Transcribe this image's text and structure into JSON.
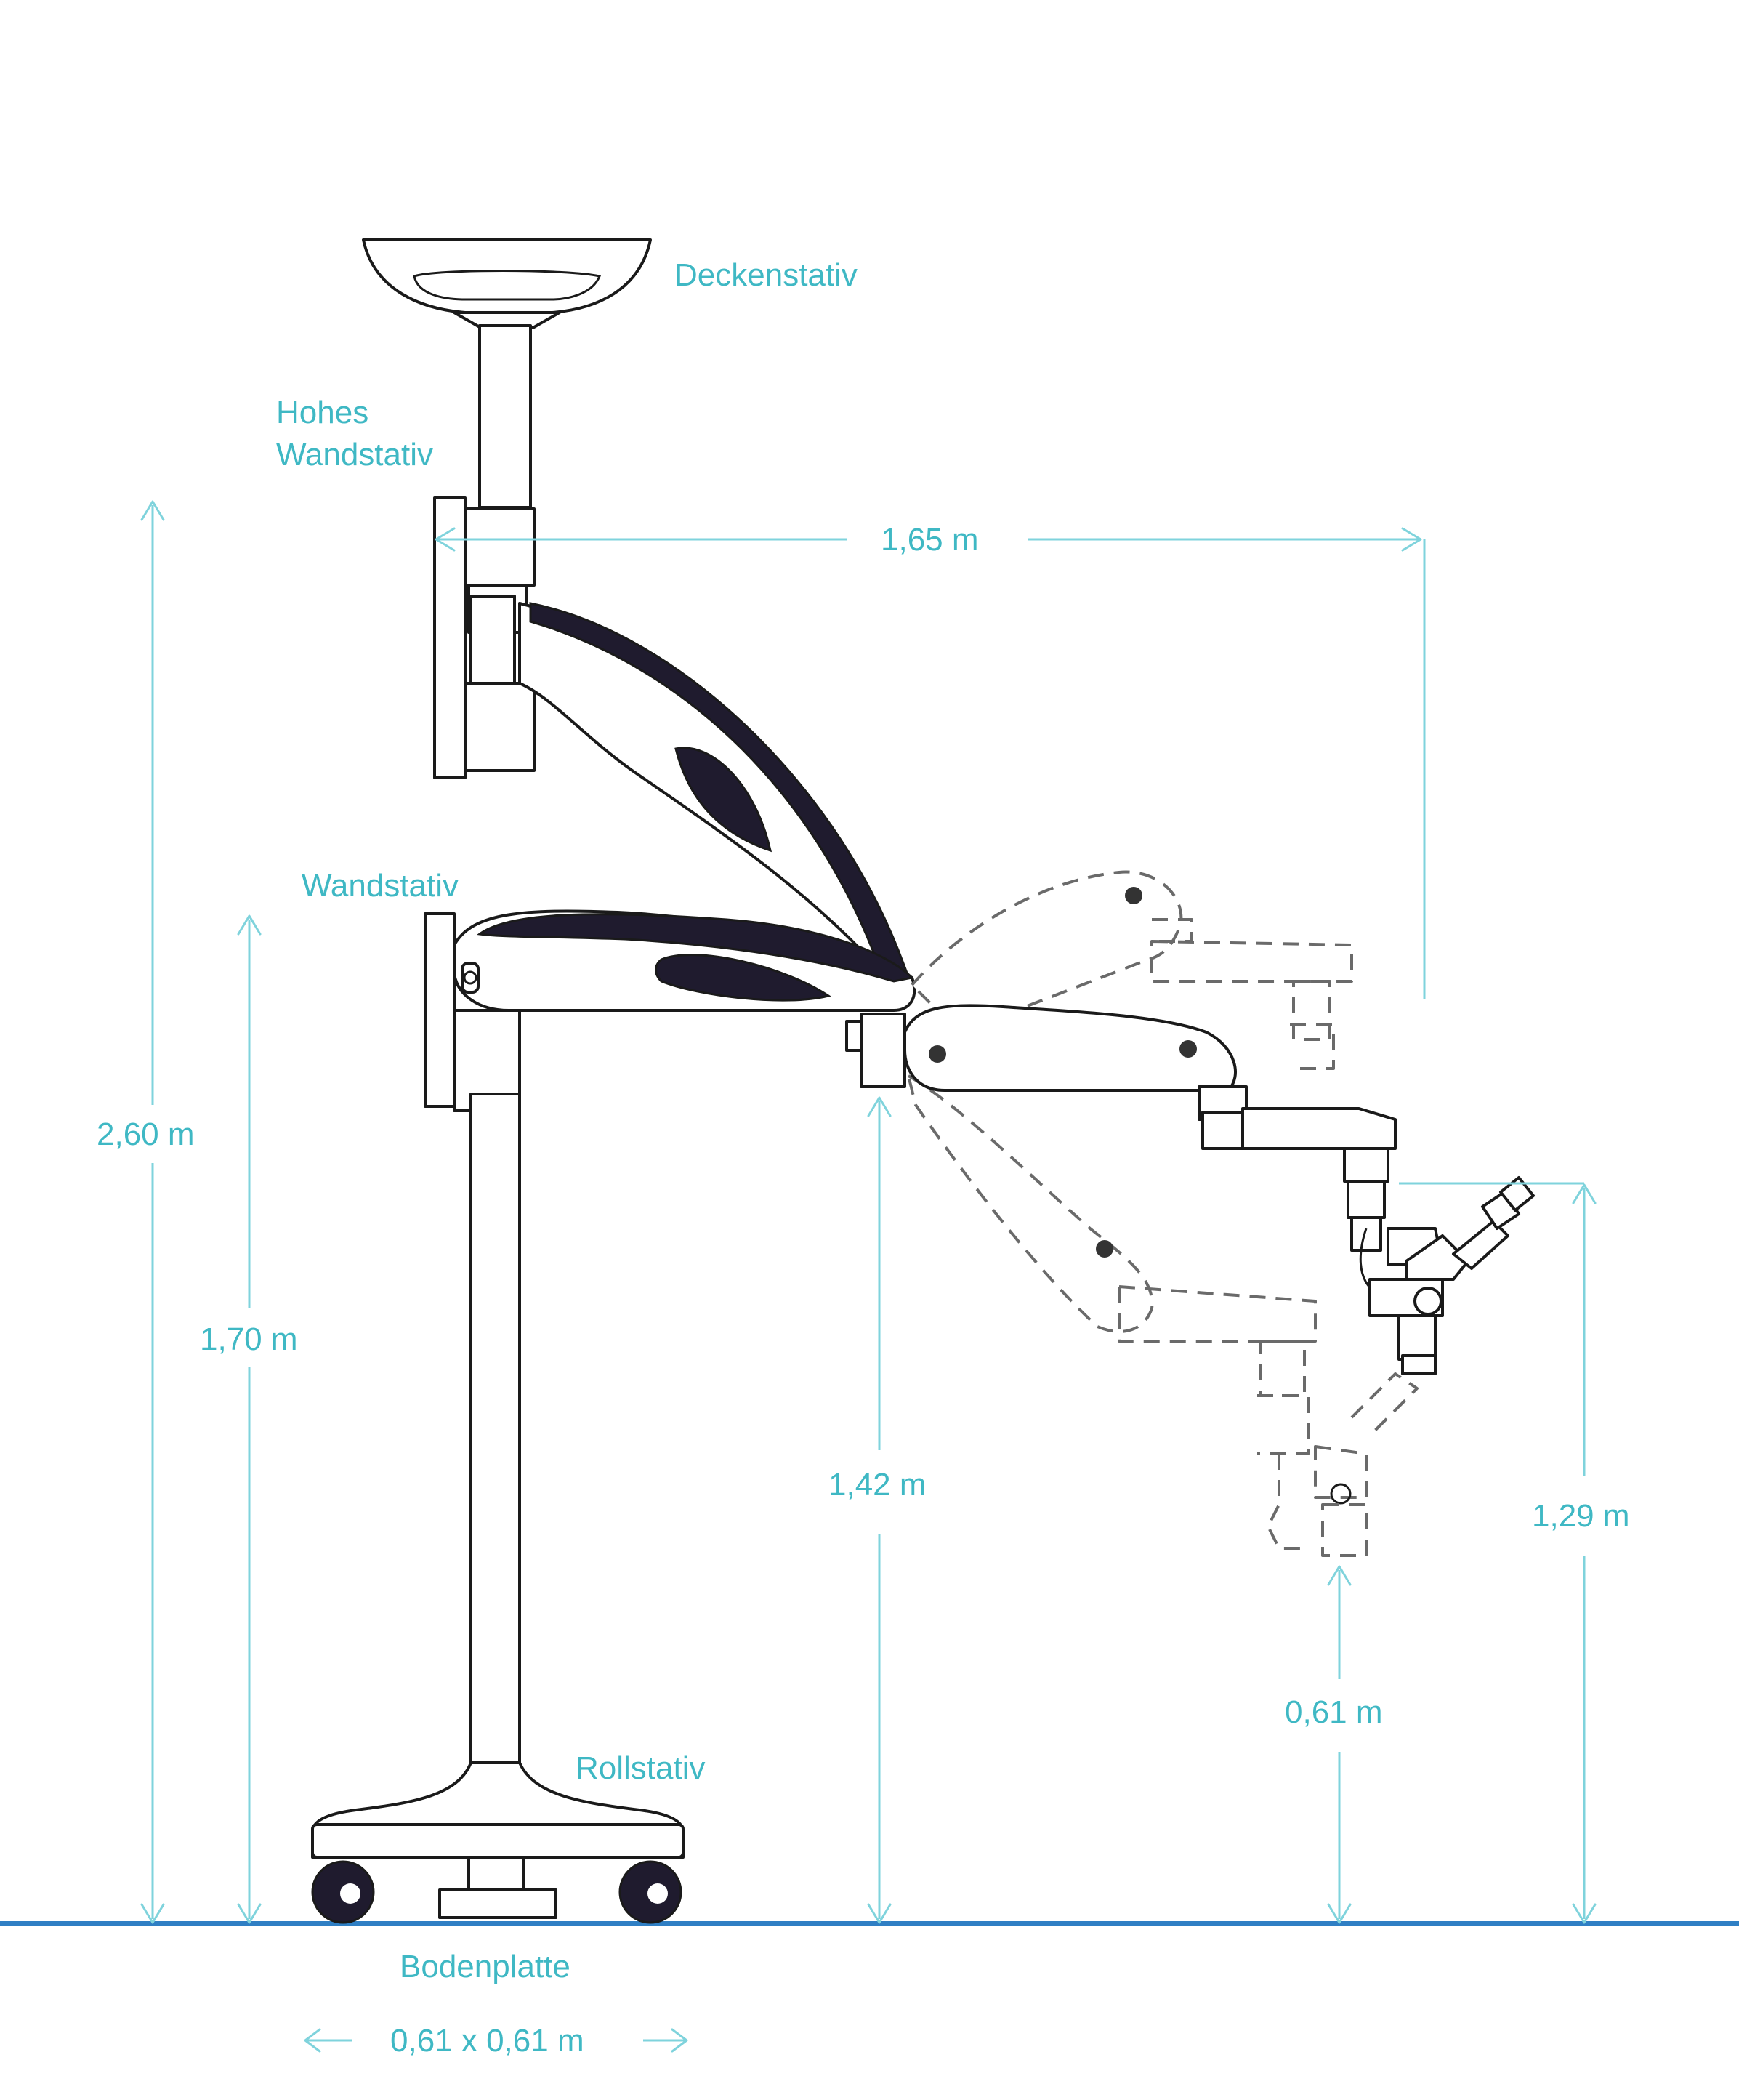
{
  "labels": {
    "deckenstativ": "Deckenstativ",
    "hohes_line1": "Hohes",
    "hohes_line2": "Wandstativ",
    "wandstativ": "Wandstativ",
    "rollstativ": "Rollstativ",
    "bodenplatte": "Bodenplatte"
  },
  "dimensions": {
    "reach": "1,65 m",
    "height_high_wall": "2,60 m",
    "height_wall": "1,70 m",
    "height_arm": "1,42 m",
    "height_scope_top": "1,29 m",
    "height_scope_low": "0,61 m",
    "base_size": "0,61 x 0,61 m"
  },
  "colors": {
    "label": "#3fb8c4",
    "dimension_line": "#7fd3dc",
    "floor_line": "#2f7fc4",
    "outline": "#1a1a1a",
    "arm_dark": "#1f1b2e"
  }
}
